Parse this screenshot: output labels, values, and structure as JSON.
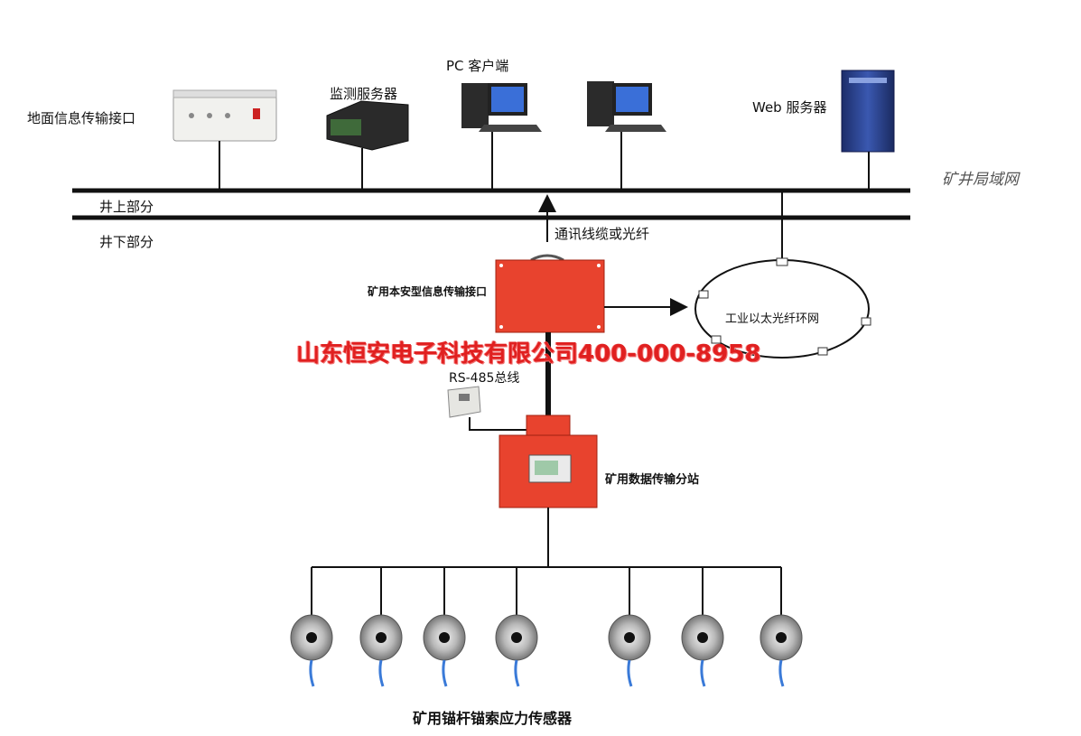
{
  "labels": {
    "surface_interface": "地面信息传输接口",
    "monitor_server": "监测服务器",
    "pc_client": "PC 客户端",
    "web_server": "Web 服务器",
    "mine_lan": "矿井局域网",
    "above_ground": "井上部分",
    "below_ground": "井下部分",
    "cable_or_fiber": "通讯线缆或光纤",
    "safe_interface": "矿用本安型信息传输接口",
    "ethernet_ring": "工业以太光纤环网",
    "rs485": "RS-485总线",
    "substation": "矿用数据传输分站",
    "sensors": "矿用锚杆锚索应力传感器"
  },
  "watermark": "山东恒安电子科技有限公司400-000-8958",
  "colors": {
    "device_red": "#e8432e",
    "bus_black": "#111111",
    "watermark_red": "#e02020"
  },
  "sensor_count": 7
}
